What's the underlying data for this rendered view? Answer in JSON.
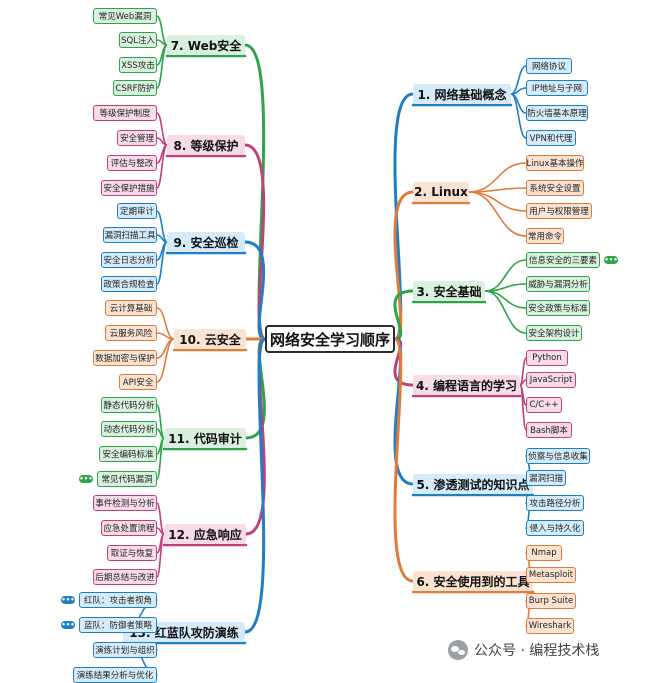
{
  "center": {
    "label": "网络安全学习顺序",
    "color": "#2b2b2b"
  },
  "branches": [
    {
      "id": "b1",
      "side": "right",
      "label": "1. 网络基础概念",
      "color": "#1e7fc4",
      "light": "#d6ebfa",
      "children": [
        "网络协议",
        "IP地址与子网",
        "防火墙基本原理",
        "VPN和代理"
      ]
    },
    {
      "id": "b2",
      "side": "right",
      "label": "2. Linux",
      "color": "#e07b39",
      "light": "#fbe3d3",
      "children": [
        "Linux基本操作",
        "系统安全设置",
        "用户与权限管理",
        "常用命令"
      ]
    },
    {
      "id": "b3",
      "side": "right",
      "label": "3. 安全基础",
      "color": "#2ea34a",
      "light": "#d8f0dd",
      "children": [
        "信息安全的三要素",
        "威胁与漏洞分析",
        "安全政策与标准",
        "安全架构设计"
      ],
      "more_on": 0
    },
    {
      "id": "b4",
      "side": "right",
      "label": "4. 编程语言的学习",
      "color": "#c2407a",
      "light": "#f7dbe8",
      "children": [
        "Python",
        "JavaScript",
        "C/C++",
        "Bash脚本"
      ]
    },
    {
      "id": "b5",
      "side": "right",
      "label": "5. 渗透测试的知识点",
      "color": "#1e7fc4",
      "light": "#d6ebfa",
      "children": [
        "侦察与信息收集",
        "漏洞扫描",
        "攻击路径分析",
        "侵入与持久化"
      ]
    },
    {
      "id": "b6",
      "side": "right",
      "label": "6. 安全使用到的工具",
      "color": "#e07b39",
      "light": "#fbe3d3",
      "children": [
        "Nmap",
        "Metasploit",
        "Burp Suite",
        "Wireshark"
      ]
    },
    {
      "id": "b7",
      "side": "left",
      "label": "7. Web安全",
      "color": "#2ea34a",
      "light": "#d8f0dd",
      "children": [
        "常见Web漏洞",
        "SQL注入",
        "XSS攻击",
        "CSRF防护"
      ]
    },
    {
      "id": "b8",
      "side": "left",
      "label": "8. 等级保护",
      "color": "#c2407a",
      "light": "#f7dbe8",
      "children": [
        "等级保护制度",
        "安全管理",
        "评估与整改",
        "安全保护措施"
      ]
    },
    {
      "id": "b9",
      "side": "left",
      "label": "9. 安全巡检",
      "color": "#1e7fc4",
      "light": "#d6ebfa",
      "children": [
        "定期审计",
        "漏洞扫描工具",
        "安全日志分析",
        "政策合规检查"
      ]
    },
    {
      "id": "b10",
      "side": "left",
      "label": "10. 云安全",
      "color": "#e07b39",
      "light": "#fbe3d3",
      "children": [
        "云计算基础",
        "云服务风险",
        "数据加密与保护",
        "API安全"
      ]
    },
    {
      "id": "b11",
      "side": "left",
      "label": "11. 代码审计",
      "color": "#2ea34a",
      "light": "#d8f0dd",
      "children": [
        "静态代码分析",
        "动态代码分析",
        "安全编码标准",
        "常见代码漏洞"
      ],
      "more_on": 3
    },
    {
      "id": "b12",
      "side": "left",
      "label": "12. 应急响应",
      "color": "#c2407a",
      "light": "#f7dbe8",
      "children": [
        "事件检测与分析",
        "应急处置流程",
        "取证与恢复",
        "后期总结与改进"
      ]
    },
    {
      "id": "b13",
      "side": "left",
      "label": "13. 红蓝队攻防演练",
      "color": "#1e7fc4",
      "light": "#d6ebfa",
      "children": [
        "红队：攻击者视角",
        "蓝队：防御者策略",
        "演练计划与组织",
        "演练结果分析与优化"
      ],
      "more_on": [
        0,
        1
      ]
    }
  ],
  "more_label": "•••",
  "watermark": {
    "text": "公众号 · 编程技术栈",
    "icon": "wechat-icon"
  }
}
